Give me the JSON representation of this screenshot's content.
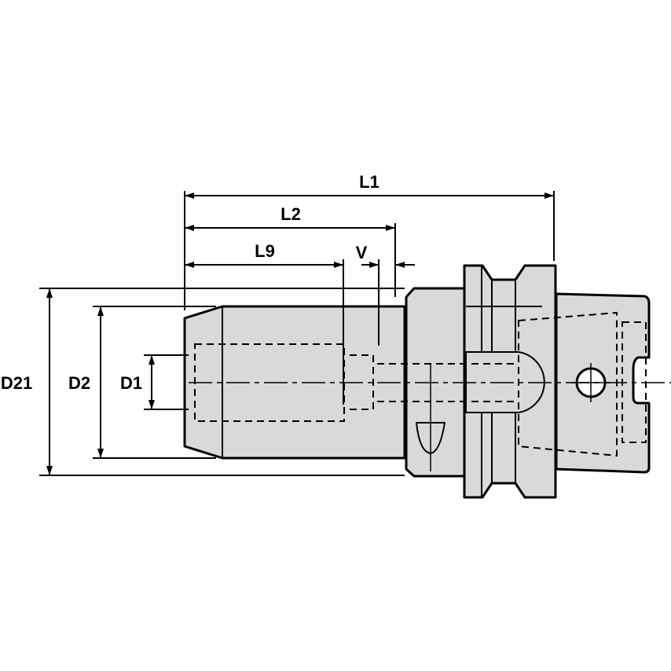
{
  "drawing": {
    "dimensions": {
      "L1": "L1",
      "L2": "L2",
      "L9": "L9",
      "V": "V",
      "D21": "D21",
      "D2": "D2",
      "D1": "D1"
    },
    "colors": {
      "fill": "#d9d9d9",
      "line": "#000000"
    }
  }
}
